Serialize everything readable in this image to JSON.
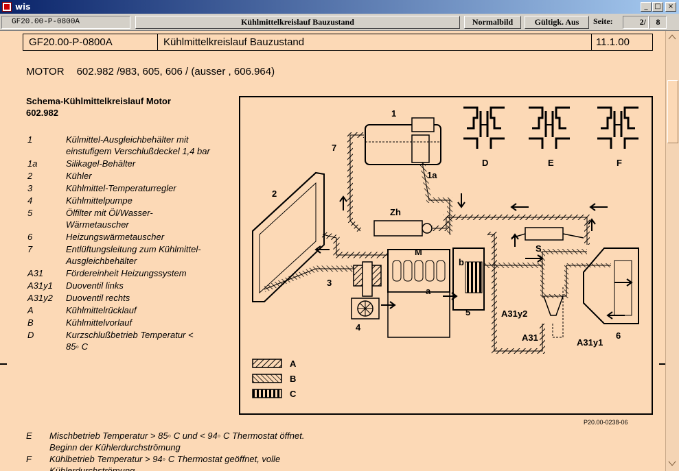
{
  "window": {
    "title": "wis",
    "minimize": "_",
    "maximize": "□",
    "close": "×"
  },
  "toolbar": {
    "doc_id": "GF20.00-P-0800A",
    "doc_title": "Kühlmittelkreislauf Bauzustand",
    "normal_button": "Normalbild",
    "valid_button": "Gültigk. Aus",
    "page_label": "Seite:",
    "page_current": "2/",
    "page_total": "8"
  },
  "header": {
    "doc_id": "GF20.00-P-0800A",
    "doc_title": "Kühlmittelkreislauf Bauzustand",
    "version": "11.1.00"
  },
  "motor": {
    "label": "MOTOR",
    "models": "602.982 /983, 605, 606 / (ausser , 606.964)"
  },
  "schema_title": "Schema-Kühlmittelkreislauf Motor 602.982",
  "legend": [
    {
      "key": "1",
      "text": "Külmittel-Ausgleichbehälter mit einstufigem Verschlußdeckel 1,4 bar"
    },
    {
      "key": "1a",
      "text": "Silikagel-Behälter"
    },
    {
      "key": "2",
      "text": "Kühler"
    },
    {
      "key": "3",
      "text": "Kühlmittel-Temperaturregler"
    },
    {
      "key": "4",
      "text": "Kühlmittelpumpe"
    },
    {
      "key": "5",
      "text": "Ölfilter mit Öl/Wasser-Wärmetauscher"
    },
    {
      "key": "6",
      "text": "Heizungswärmetauscher"
    },
    {
      "key": "7",
      "text": "Entlüftungsleitung zum Kühlmittel-Ausgleichbehälter"
    },
    {
      "key": "A31",
      "text": "Fördereinheit Heizungssystem"
    },
    {
      "key": "A31y1",
      "text": "Duoventil links"
    },
    {
      "key": "A31y2",
      "text": "Duoventil rechts"
    },
    {
      "key": "A",
      "text": "Kühlmittelrücklauf"
    },
    {
      "key": "B",
      "text": "Kühlmittelvorlauf"
    },
    {
      "key": "D",
      "text": "Kurzschlußbetrieb Temperatur < 85◦ C"
    }
  ],
  "bottom_legend": [
    {
      "key": "E",
      "text": "Mischbetrieb Temperatur > 85◦ C und < 94◦ C Thermostat öffnet. Beginn der Kühlerdurchströmung"
    },
    {
      "key": "F",
      "text": "Kühlbetrieb Temperatur > 94◦ C Thermostat geöffnet, volle Kühlerdurchströmung"
    }
  ],
  "diagram": {
    "figure_code": "P20.00-0238-06",
    "labels": {
      "n1": "1",
      "n1a": "1a",
      "n2": "2",
      "n3": "3",
      "n4": "4",
      "n5": "5",
      "n6": "6",
      "n7": "7",
      "zh": "Zh",
      "m": "M",
      "s": "S",
      "a": "a",
      "b": "b",
      "d": "D",
      "e": "E",
      "f": "F",
      "a31": "A31",
      "a31y1": "A31y1",
      "a31y2": "A31y2"
    },
    "key": [
      {
        "key": "A"
      },
      {
        "key": "B"
      },
      {
        "key": "C"
      }
    ]
  }
}
